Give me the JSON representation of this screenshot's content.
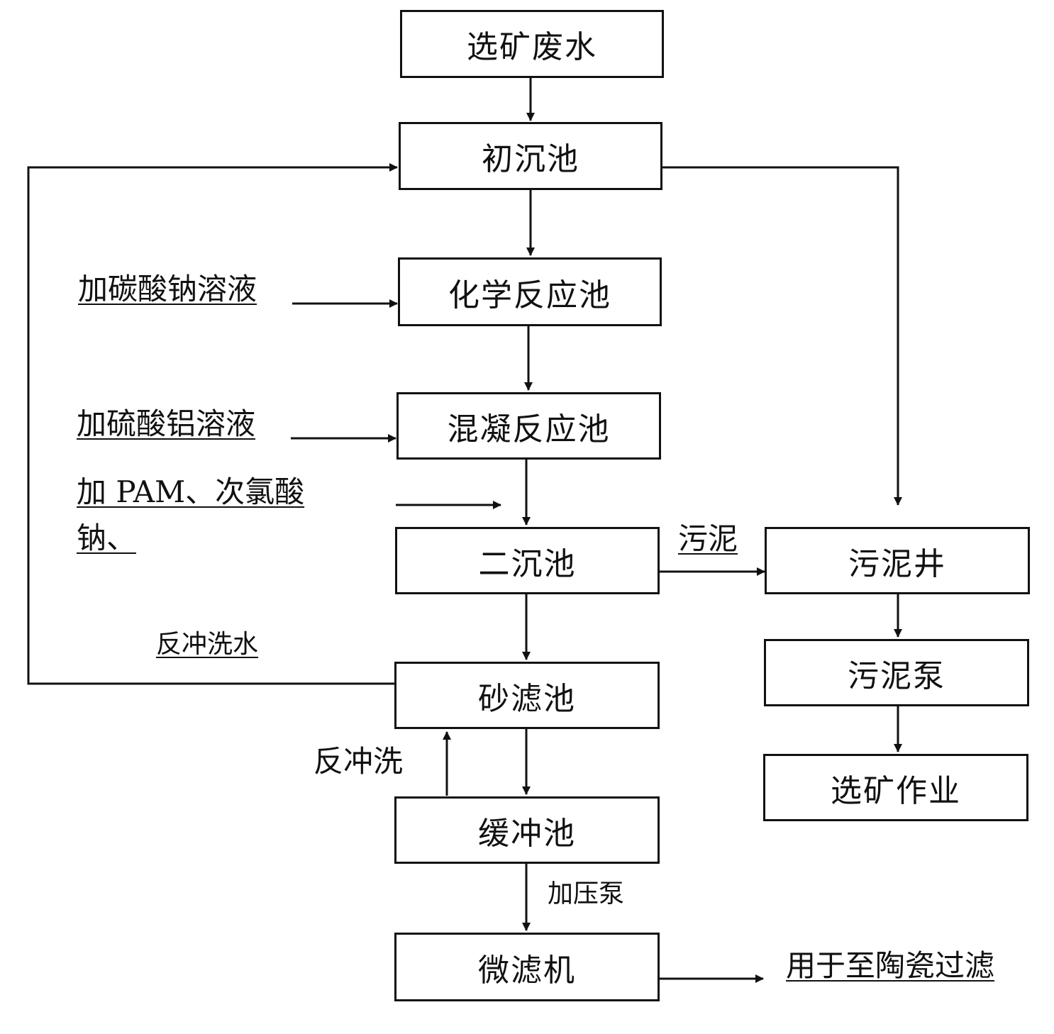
{
  "nodes": {
    "wastewater": "选矿废水",
    "primary_tank": "初沉池",
    "chem_tank": "化学反应池",
    "coag_tank": "混凝反应池",
    "secondary_tank": "二沉池",
    "sand_filter": "砂滤池",
    "buffer_tank": "缓冲池",
    "micro_filter": "微滤机",
    "sludge_well": "污泥井",
    "sludge_pump": "污泥泵",
    "mining_op": "选矿作业"
  },
  "labels": {
    "add_sodium_carbonate": "加碳酸钠溶液",
    "add_aluminum_sulfate": "加硫酸铝溶液",
    "add_pam_line1": "加 PAM、次氯酸",
    "add_pam_line2": "钠、",
    "sludge": "污泥",
    "backwash_water": "反冲洗水",
    "backwash": "反冲洗",
    "booster_pump": "加压泵",
    "output": "用于至陶瓷过滤"
  }
}
